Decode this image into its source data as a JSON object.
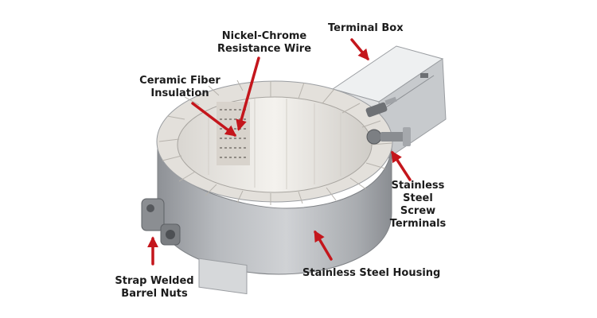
{
  "colors": {
    "arrow": "#c4161c",
    "label_text": "#1c1c1c",
    "housing": "#bfc2c6",
    "ceramic": "#e9e6e2"
  },
  "labels": {
    "nickel_chrome": [
      "Nickel-Chrome",
      "Resistance Wire"
    ],
    "terminal_box": [
      "Terminal Box"
    ],
    "ceramic_fiber": [
      "Ceramic Fiber",
      "Insulation"
    ],
    "screw_terminals": [
      "Stainless",
      "Steel",
      "Screw",
      "Terminals"
    ],
    "housing": [
      "Stainless Steel Housing"
    ],
    "barrel_nuts": [
      "Strap Welded",
      "Barrel Nuts"
    ]
  }
}
